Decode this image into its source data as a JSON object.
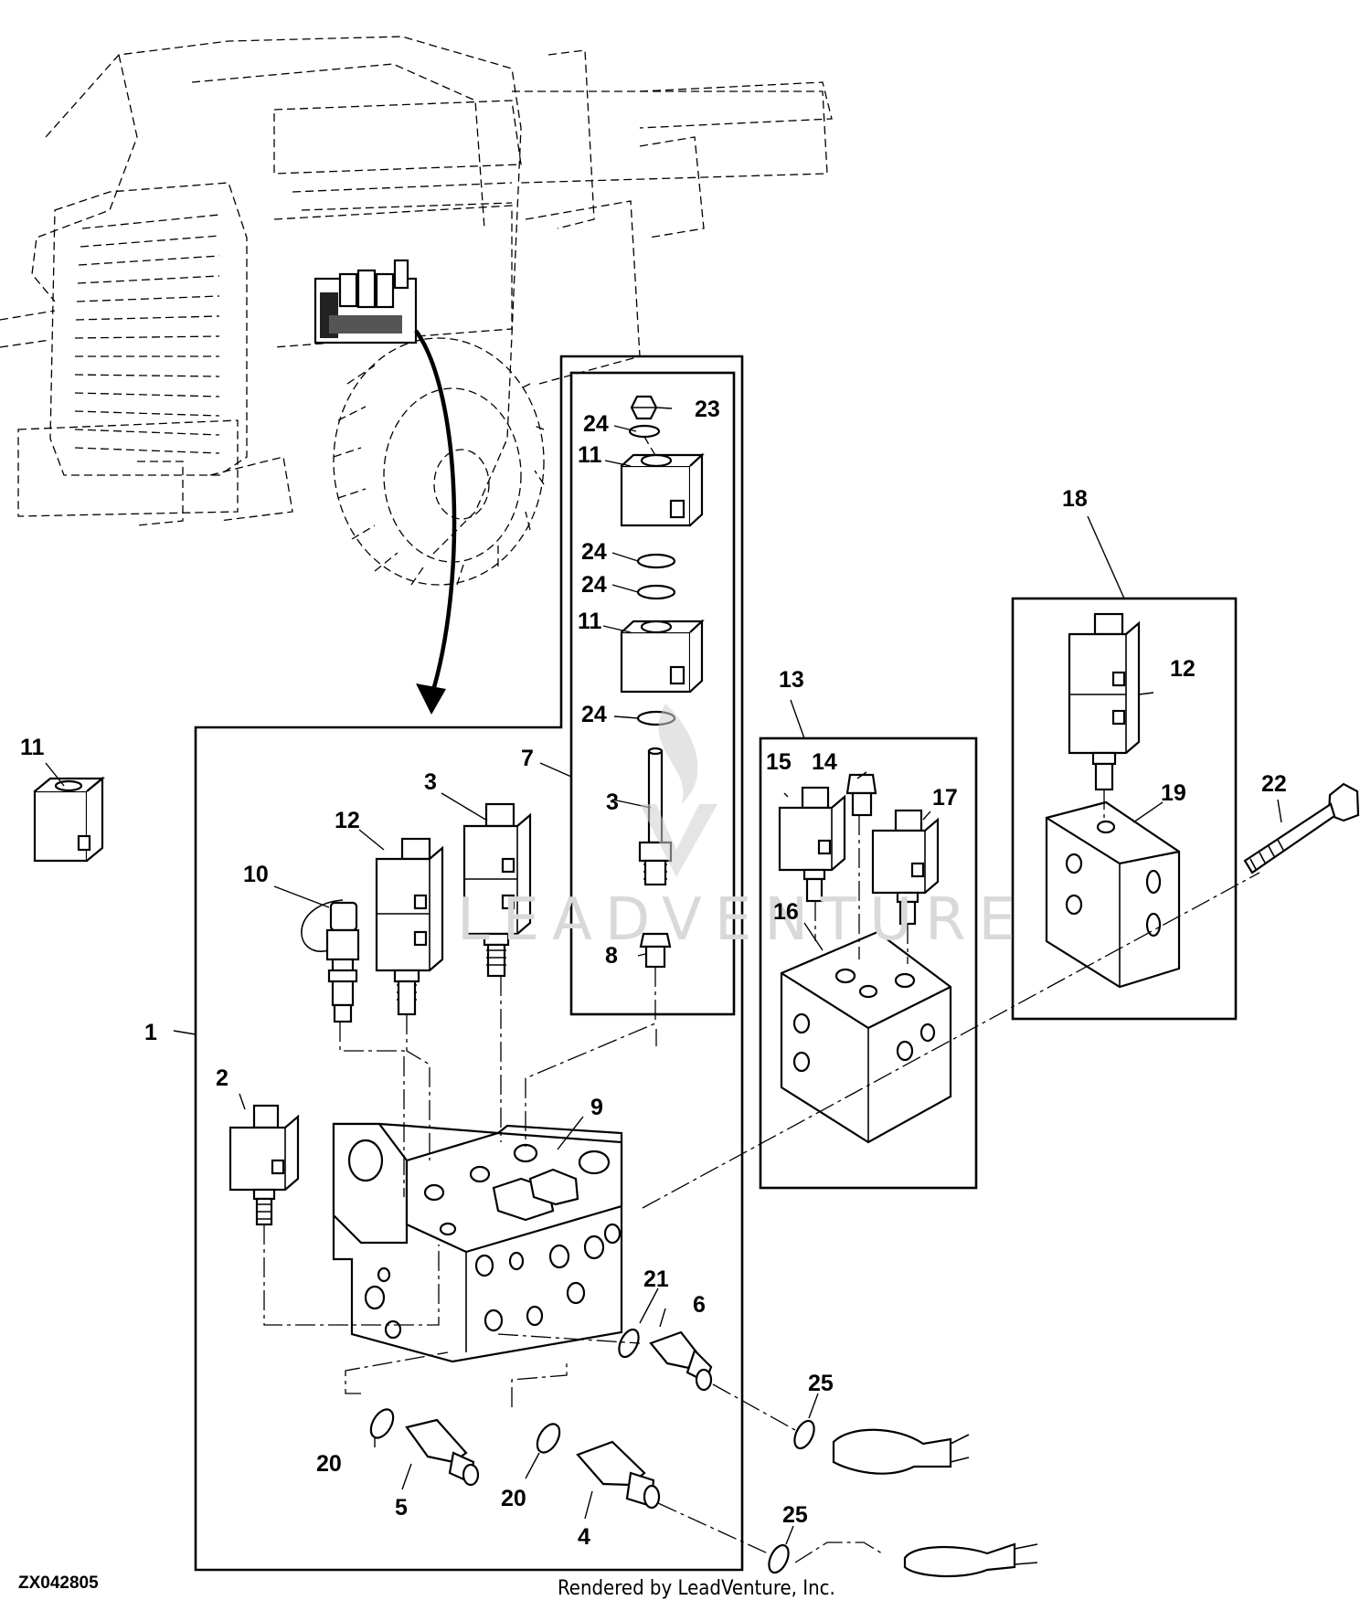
{
  "diagram": {
    "callouts": [
      {
        "id": "c1",
        "text": "1"
      },
      {
        "id": "c2",
        "text": "2"
      },
      {
        "id": "c3a",
        "text": "3"
      },
      {
        "id": "c3b",
        "text": "3"
      },
      {
        "id": "c4",
        "text": "4"
      },
      {
        "id": "c5",
        "text": "5"
      },
      {
        "id": "c6",
        "text": "6"
      },
      {
        "id": "c7",
        "text": "7"
      },
      {
        "id": "c8",
        "text": "8"
      },
      {
        "id": "c9",
        "text": "9"
      },
      {
        "id": "c10",
        "text": "10"
      },
      {
        "id": "c11a",
        "text": "11"
      },
      {
        "id": "c11b",
        "text": "11"
      },
      {
        "id": "c11c",
        "text": "11"
      },
      {
        "id": "c12a",
        "text": "12"
      },
      {
        "id": "c12b",
        "text": "12"
      },
      {
        "id": "c13",
        "text": "13"
      },
      {
        "id": "c14",
        "text": "14"
      },
      {
        "id": "c15",
        "text": "15"
      },
      {
        "id": "c16",
        "text": "16"
      },
      {
        "id": "c17",
        "text": "17"
      },
      {
        "id": "c18",
        "text": "18"
      },
      {
        "id": "c19",
        "text": "19"
      },
      {
        "id": "c20a",
        "text": "20"
      },
      {
        "id": "c20b",
        "text": "20"
      },
      {
        "id": "c21",
        "text": "21"
      },
      {
        "id": "c22",
        "text": "22"
      },
      {
        "id": "c23",
        "text": "23"
      },
      {
        "id": "c24a",
        "text": "24"
      },
      {
        "id": "c24b",
        "text": "24"
      },
      {
        "id": "c24c",
        "text": "24"
      },
      {
        "id": "c24d",
        "text": "24"
      },
      {
        "id": "c25a",
        "text": "25"
      },
      {
        "id": "c25b",
        "text": "25"
      }
    ],
    "drawing_code": "ZX042805",
    "footer": "Rendered by LeadVenture, Inc.",
    "watermark": "LEADVENTURE"
  }
}
